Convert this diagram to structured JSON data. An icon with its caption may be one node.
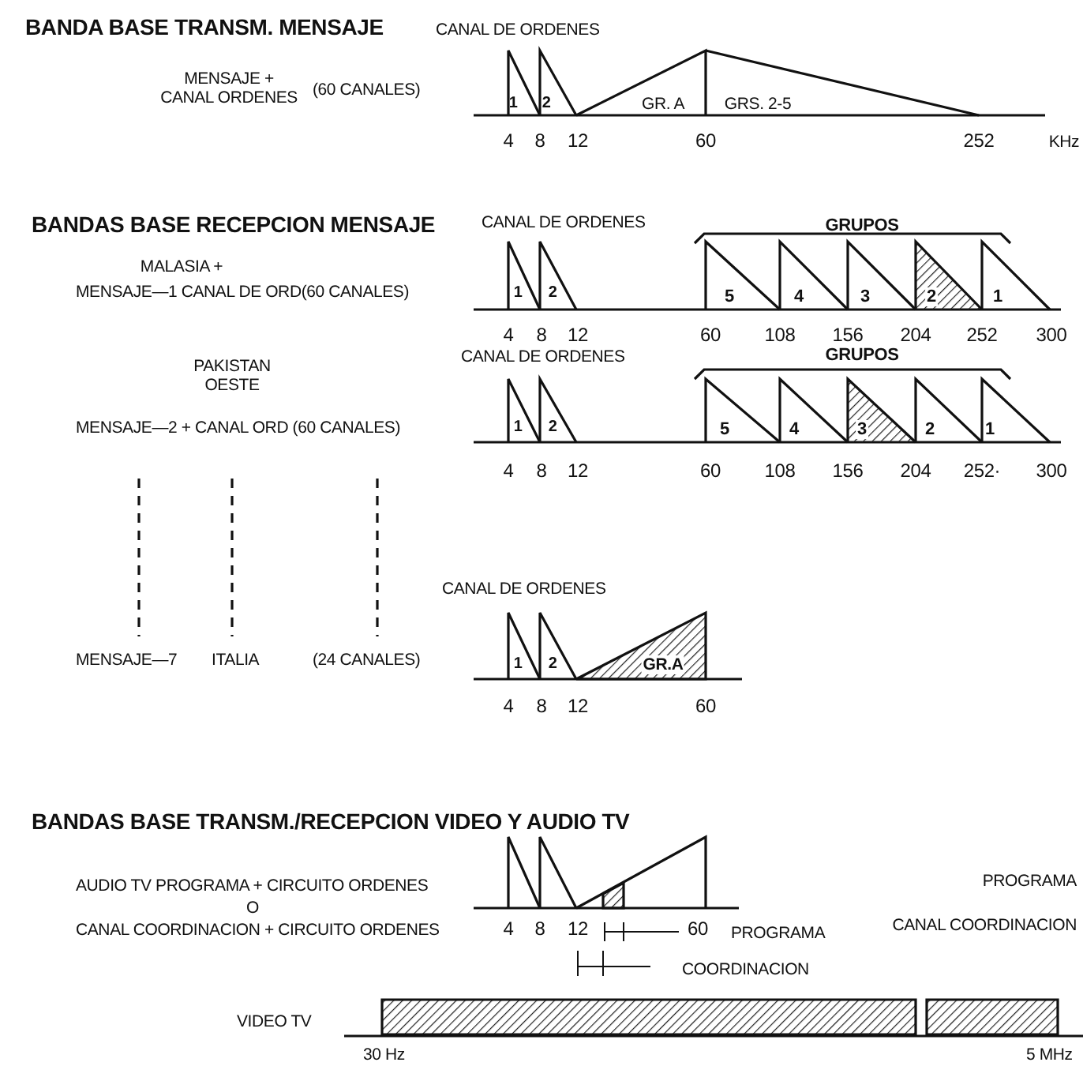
{
  "diagram": {
    "labels": [
      "BANDA BASE TRANSM. MENSAJE",
      "CANAL DE ORDENES",
      "MENSAJE + CANAL ORDENES",
      "(60 CANALES)",
      "1",
      "2",
      "GR. A",
      "GRS. 2-5",
      "4",
      "8",
      "12",
      "60",
      "252",
      "KHz",
      "BANDAS BASE RECEPCION MENSAJE",
      "CANAL DE ORDENES",
      "GRUPOS",
      "MALASIA +",
      "MENSAJE—1 CANAL DE ORD(60 CANALES)",
      "1",
      "2",
      "5",
      "4",
      "3",
      "2",
      "1",
      "4",
      "8",
      "12",
      "60",
      "108",
      "156",
      "204",
      "252",
      "300",
      "CANAL DE ORDENES",
      "GRUPOS",
      "PAKISTAN OESTE",
      "MENSAJE—2 + CANAL ORD (60 CANALES)",
      "1",
      "2",
      "5",
      "4",
      "3",
      "2",
      "1",
      "4",
      "8",
      "12",
      "60",
      "108",
      "156",
      "204",
      "252·",
      "300",
      "MENSAJE—7",
      "ITALIA",
      "(24 CANALES)",
      "CANAL DE ORDENES",
      "1",
      "2",
      "GR.A",
      "4",
      "8",
      "12",
      "60",
      "BANDAS BASE TRANSM./RECEPCION VIDEO Y AUDIO TV",
      "AUDIO TV PROGRAMA + CIRCUITO ORDENES",
      "PROGRAMA",
      "O",
      "CANAL COORDINACION + CIRCUITO ORDENES",
      "4",
      "8",
      "12",
      "60",
      "PROGRAMA",
      "CANAL COORDINACION",
      "COORDINACION",
      "VIDEO TV",
      "30 Hz",
      "5 MHz"
    ]
  }
}
